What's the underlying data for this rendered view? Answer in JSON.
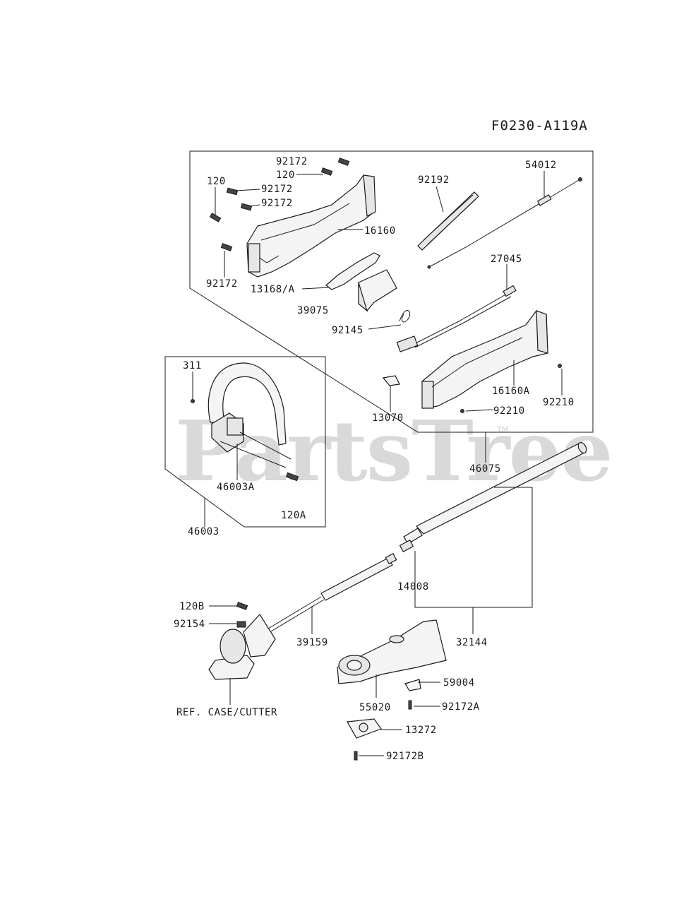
{
  "diagram": {
    "code": "F0230-A119A",
    "watermark": "PartsTree",
    "watermark_tm": "TM",
    "labels": {
      "p92172_a": "92172",
      "p120_a": "120",
      "p92172_b": "92172",
      "p120_b": "120",
      "p92172_c": "92172",
      "p16160": "16160",
      "p92172_d": "92172",
      "p13168a": "13168/A",
      "p39075": "39075",
      "p92192": "92192",
      "p54012": "54012",
      "p27045": "27045",
      "p92145": "92145",
      "p13070": "13070",
      "p16160a": "16160A",
      "p92210_a": "92210",
      "p92210_b": "92210",
      "p46075": "46075",
      "p311": "311",
      "p46003a": "46003A",
      "p120a": "120A",
      "p46003": "46003",
      "p14008": "14008",
      "p32144": "32144",
      "p120b_label": "120B",
      "p92154": "92154",
      "p39159": "39159",
      "p55020": "55020",
      "p59004": "59004",
      "p92172a": "92172A",
      "p13272": "13272",
      "p92172b": "92172B",
      "ref_case": "REF. CASE/CUTTER"
    }
  }
}
